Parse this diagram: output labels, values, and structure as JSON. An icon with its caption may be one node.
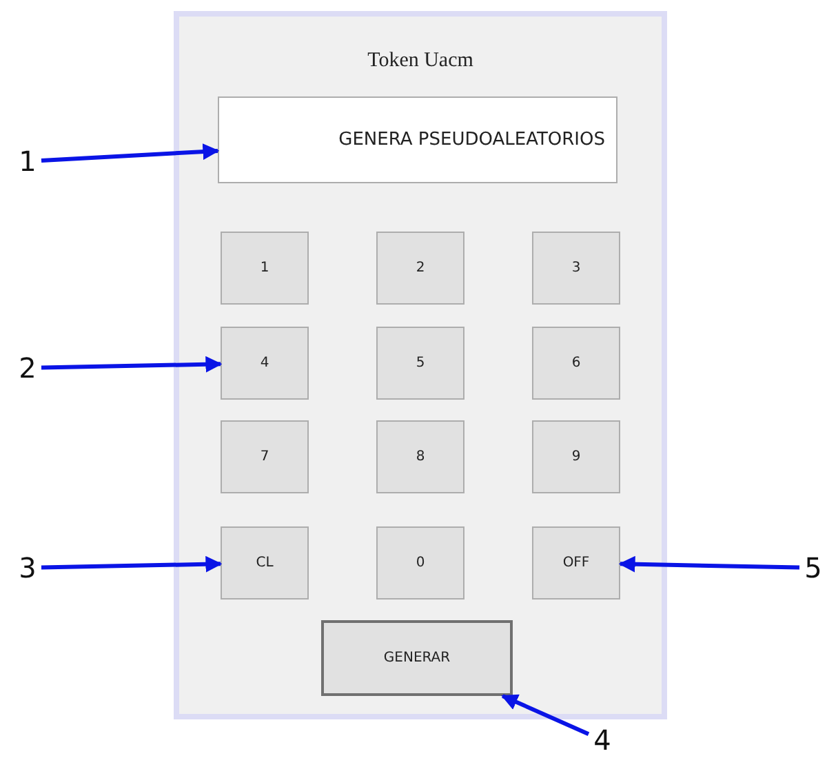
{
  "diagram": {
    "nodes": [
      {
        "text": [
          "Token Uacm"
        ]
      },
      {
        "text": [
          "GENERA PSEUDOALEATORIOS"
        ],
        "in": 0
      },
      {
        "text": [
          "1"
        ],
        "in": 0
      },
      {
        "text": [
          "2"
        ],
        "in": 0
      },
      {
        "text": [
          "3"
        ],
        "in": 0
      },
      {
        "text": [
          "4"
        ],
        "in": 0
      },
      {
        "text": [
          "5"
        ],
        "in": 0
      },
      {
        "text": [
          "6"
        ],
        "in": 0
      },
      {
        "text": [
          "7"
        ],
        "in": 0
      },
      {
        "text": [
          "8"
        ],
        "in": 0
      },
      {
        "text": [
          "9"
        ],
        "in": 0
      },
      {
        "text": [
          "CL"
        ],
        "in": 0
      },
      {
        "text": [
          "0"
        ],
        "in": 0
      },
      {
        "text": [
          "OFF"
        ],
        "in": 0
      },
      {
        "text": [
          "GENERAR"
        ],
        "in": 0
      },
      {
        "text": [
          "1"
        ]
      },
      {
        "text": [
          "2"
        ]
      },
      {
        "text": [
          "3"
        ]
      },
      {
        "text": [
          "4"
        ]
      },
      {
        "text": [
          "5"
        ]
      }
    ],
    "edges": [
      {
        "from": 15,
        "to": 1,
        "arrow": "to"
      },
      {
        "from": 16,
        "to": 5,
        "arrow": "to"
      },
      {
        "from": 17,
        "to": 11,
        "arrow": "to"
      },
      {
        "from": 18,
        "to": 14,
        "arrow": "to"
      },
      {
        "from": 19,
        "to": 13,
        "arrow": "to"
      }
    ]
  }
}
